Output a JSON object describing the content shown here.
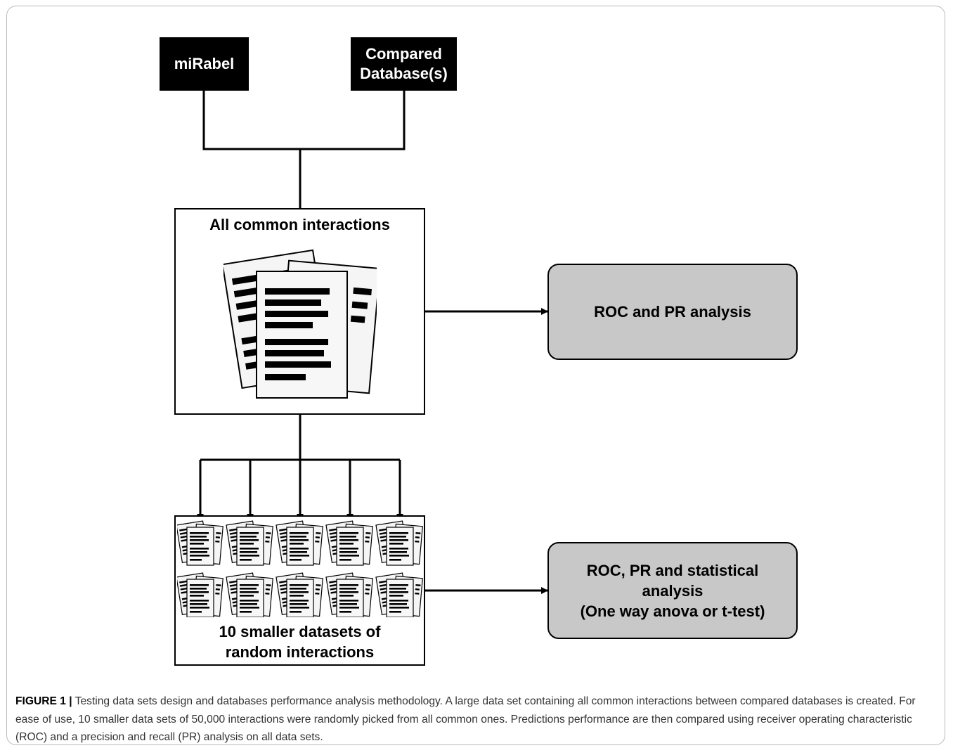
{
  "sources": {
    "mirabel": "miRabel",
    "compared_line1": "Compared",
    "compared_line2": "Database(s)"
  },
  "all_common": {
    "title": "All common interactions"
  },
  "smaller": {
    "title_line1": "10 smaller datasets of",
    "title_line2": "random interactions"
  },
  "results": {
    "roc_pr": "ROC and PR analysis",
    "stat_line1": "ROC, PR and statistical",
    "stat_line2": "analysis",
    "stat_line3": "(One way anova or t-test)"
  },
  "caption": {
    "label": "FIGURE 1 |",
    "text": "Testing data sets design and databases performance analysis methodology. A large data set containing all common interactions between compared databases is created. For ease of use, 10 smaller data sets of 50,000 interactions were randomly picked from all common ones. Predictions performance are then compared using receiver operating characteristic (ROC) and a precision and recall (PR) analysis on all data sets."
  },
  "colors": {
    "source_fill": "#000000",
    "result_fill": "#c8c8c8",
    "page_fill": "#f6f6f6"
  },
  "icons": {
    "document_stack": "document-stack-icon"
  }
}
